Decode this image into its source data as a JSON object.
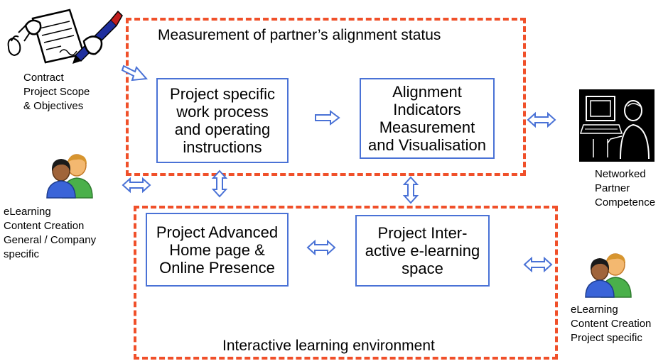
{
  "diagram": {
    "top_region": {
      "title": "Measurement of partner’s alignment status",
      "box_left": "Project specific\nwork process\nand operating\ninstructions",
      "box_right": "Alignment\nIndicators\nMeasurement\nand Visualisation"
    },
    "bottom_region": {
      "title": "Interactive learning environment",
      "box_left": "Project Advanced\nHome page &\nOnline Presence",
      "box_right": "Project Inter-\nactive e-learning\nspace"
    },
    "external": {
      "contract": "Contract\nProject Scope\n& Objectives",
      "elearning_general": "eLearning\nContent Creation\nGeneral / Company\nspecific",
      "networked": "Networked\nPartner\nCompetence",
      "elearning_project": "eLearning\nContent Creation\nProject specific"
    },
    "icons": {
      "contract": "contract-signing-clipart-icon",
      "people": "two-people-users-icon",
      "computer": "person-at-computer-icon"
    },
    "colors": {
      "region_border": "#f0502a",
      "box_border": "#4a72d6",
      "arrow": "#4a72d6"
    }
  }
}
